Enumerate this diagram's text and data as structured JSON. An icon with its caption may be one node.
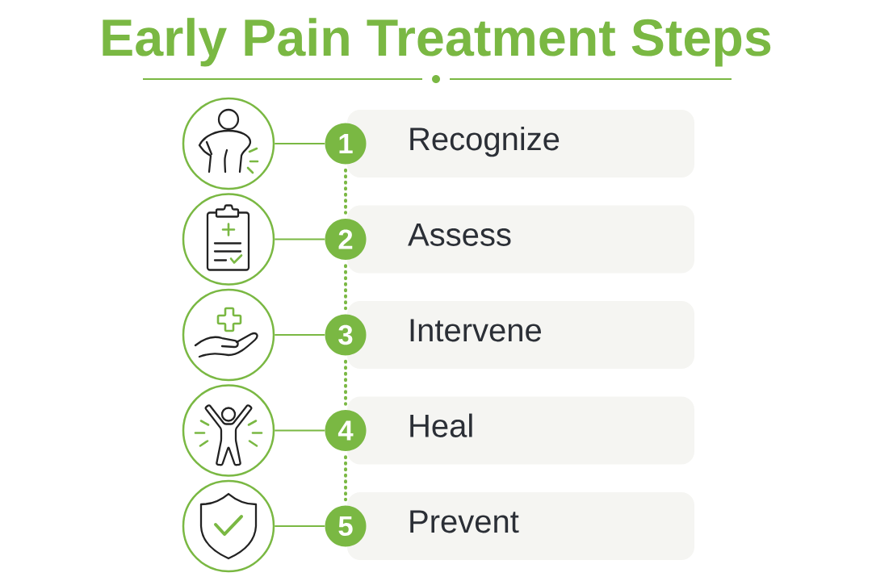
{
  "diagram": {
    "title": "Early Pain Treatment Steps",
    "nodes": [
      {
        "text": [],
        "shape": "circle"
      },
      {
        "text": [
          "1"
        ]
      },
      {
        "text": [
          "Recognize"
        ]
      },
      {
        "text": [],
        "shape": "circle"
      },
      {
        "text": [
          "2"
        ]
      },
      {
        "text": [
          "Assess"
        ]
      },
      {
        "text": [],
        "shape": "circle"
      },
      {
        "text": [
          "3"
        ]
      },
      {
        "text": [
          "Intervene"
        ]
      },
      {
        "text": [],
        "shape": "circle"
      },
      {
        "text": [
          "4"
        ]
      },
      {
        "text": [
          "Heal"
        ]
      },
      {
        "text": [],
        "shape": "circle"
      },
      {
        "text": [
          "5"
        ]
      },
      {
        "text": [
          "Prevent"
        ]
      }
    ],
    "edges": [
      {
        "from": 0,
        "to": 1,
        "arrow": "none"
      },
      {
        "from": 3,
        "to": 4,
        "arrow": "none"
      },
      {
        "from": 6,
        "to": 7,
        "arrow": "none"
      },
      {
        "from": 9,
        "to": 10,
        "arrow": "none"
      },
      {
        "from": 12,
        "to": 13,
        "arrow": "none"
      },
      {
        "from": 1,
        "to": 4,
        "arrow": "none",
        "style": "dashed"
      },
      {
        "from": 4,
        "to": 7,
        "arrow": "none",
        "style": "dashed"
      },
      {
        "from": 7,
        "to": 10,
        "arrow": "none",
        "style": "dashed"
      },
      {
        "from": 10,
        "to": 13,
        "arrow": "none",
        "style": "dashed"
      }
    ]
  }
}
